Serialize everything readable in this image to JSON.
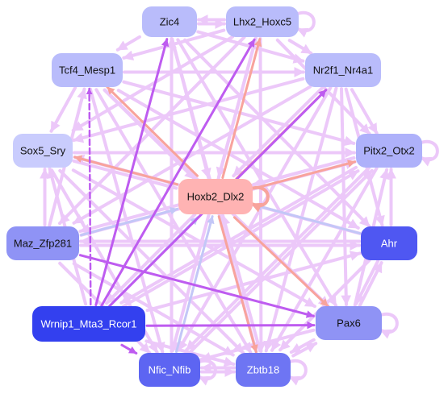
{
  "graph": {
    "nodes": [
      {
        "id": "Zic4",
        "label": "Zic4",
        "fill": "#b9bcfb",
        "text": "#111111"
      },
      {
        "id": "Lhx2_Hoxc5",
        "label": "Lhx2_Hoxc5",
        "fill": "#b9bcfb",
        "text": "#111111"
      },
      {
        "id": "Tcf4_Mesp1",
        "label": "Tcf4_Mesp1",
        "fill": "#b9bcfb",
        "text": "#111111"
      },
      {
        "id": "Nr2f1_Nr4a1",
        "label": "Nr2f1_Nr4a1",
        "fill": "#b9bcfb",
        "text": "#111111"
      },
      {
        "id": "Sox5_Sry",
        "label": "Sox5_Sry",
        "fill": "#c9ccfd",
        "text": "#111111"
      },
      {
        "id": "Pitx2_Otx2",
        "label": "Pitx2_Otx2",
        "fill": "#aeb1fa",
        "text": "#111111"
      },
      {
        "id": "Hoxb2_Dlx2",
        "label": "Hoxb2_Dlx2",
        "fill": "#ffb3b3",
        "text": "#111111"
      },
      {
        "id": "Maz_Zfp281",
        "label": "Maz_Zfp281",
        "fill": "#8f93f5",
        "text": "#111111"
      },
      {
        "id": "Ahr",
        "label": "Ahr",
        "fill": "#4f57f2",
        "text": "#ffffff"
      },
      {
        "id": "Wrnip1_Mta3_Rcor1",
        "label": "Wrnip1_Mta3_Rcor1",
        "fill": "#3340ef",
        "text": "#ffffff"
      },
      {
        "id": "Pax6",
        "label": "Pax6",
        "fill": "#8f93f5",
        "text": "#111111"
      },
      {
        "id": "Nfic_Nfib",
        "label": "Nfic_Nfib",
        "fill": "#5d65f2",
        "text": "#ffffff"
      },
      {
        "id": "Zbtb18",
        "label": "Zbtb18",
        "fill": "#6e75f3",
        "text": "#ffffff"
      }
    ],
    "edge_colors": {
      "light": "#ecc8f9",
      "purple": "#be5cf0",
      "salmon": "#f8a39c",
      "blue": "#c3c7f7"
    },
    "edges": [
      {
        "from": "Zic4",
        "to": "Lhx2_Hoxc5",
        "color": "light",
        "w": 4
      },
      {
        "from": "Lhx2_Hoxc5",
        "to": "Zic4",
        "color": "light",
        "w": 4
      },
      {
        "from": "Zic4",
        "to": "Tcf4_Mesp1",
        "color": "light",
        "w": 4
      },
      {
        "from": "Zic4",
        "to": "Nr2f1_Nr4a1",
        "color": "light",
        "w": 4
      },
      {
        "from": "Zic4",
        "to": "Hoxb2_Dlx2",
        "color": "light",
        "w": 4
      },
      {
        "from": "Zic4",
        "to": "Pax6",
        "color": "light",
        "w": 4
      },
      {
        "from": "Zic4",
        "to": "Zbtb18",
        "color": "light",
        "w": 4
      },
      {
        "from": "Zic4",
        "to": "Ahr",
        "color": "light",
        "w": 4
      },
      {
        "from": "Lhx2_Hoxc5",
        "to": "Nr2f1_Nr4a1",
        "color": "light",
        "w": 4
      },
      {
        "from": "Lhx2_Hoxc5",
        "to": "Tcf4_Mesp1",
        "color": "light",
        "w": 4
      },
      {
        "from": "Lhx2_Hoxc5",
        "to": "Hoxb2_Dlx2",
        "color": "light",
        "w": 4
      },
      {
        "from": "Lhx2_Hoxc5",
        "to": "Maz_Zfp281",
        "color": "light",
        "w": 4
      },
      {
        "from": "Lhx2_Hoxc5",
        "to": "Sox5_Sry",
        "color": "light",
        "w": 4
      },
      {
        "from": "Lhx2_Hoxc5",
        "to": "Pitx2_Otx2",
        "color": "light",
        "w": 4
      },
      {
        "from": "Lhx2_Hoxc5",
        "to": "Zbtb18",
        "color": "light",
        "w": 4
      },
      {
        "from": "Lhx2_Hoxc5",
        "to": "Nfic_Nfib",
        "color": "light",
        "w": 4
      },
      {
        "from": "Tcf4_Mesp1",
        "to": "Sox5_Sry",
        "color": "light",
        "w": 4
      },
      {
        "from": "Tcf4_Mesp1",
        "to": "Nr2f1_Nr4a1",
        "color": "light",
        "w": 4
      },
      {
        "from": "Tcf4_Mesp1",
        "to": "Pitx2_Otx2",
        "color": "light",
        "w": 4
      },
      {
        "from": "Tcf4_Mesp1",
        "to": "Pax6",
        "color": "light",
        "w": 4
      },
      {
        "from": "Tcf4_Mesp1",
        "to": "Zbtb18",
        "color": "light",
        "w": 4
      },
      {
        "from": "Tcf4_Mesp1",
        "to": "Ahr",
        "color": "light",
        "w": 4
      },
      {
        "from": "Tcf4_Mesp1",
        "to": "Nfic_Nfib",
        "color": "light",
        "w": 4
      },
      {
        "from": "Nr2f1_Nr4a1",
        "to": "Pitx2_Otx2",
        "color": "light",
        "w": 4
      },
      {
        "from": "Nr2f1_Nr4a1",
        "to": "Sox5_Sry",
        "color": "light",
        "w": 4
      },
      {
        "from": "Nr2f1_Nr4a1",
        "to": "Maz_Zfp281",
        "color": "light",
        "w": 4
      },
      {
        "from": "Nr2f1_Nr4a1",
        "to": "Pax6",
        "color": "light",
        "w": 4
      },
      {
        "from": "Nr2f1_Nr4a1",
        "to": "Nfic_Nfib",
        "color": "light",
        "w": 4
      },
      {
        "from": "Nr2f1_Nr4a1",
        "to": "Zbtb18",
        "color": "light",
        "w": 4
      },
      {
        "from": "Nr2f1_Nr4a1",
        "to": "Ahr",
        "color": "light",
        "w": 4
      },
      {
        "from": "Sox5_Sry",
        "to": "Pitx2_Otx2",
        "color": "light",
        "w": 4
      },
      {
        "from": "Sox5_Sry",
        "to": "Pax6",
        "color": "light",
        "w": 4
      },
      {
        "from": "Sox5_Sry",
        "to": "Zbtb18",
        "color": "light",
        "w": 4
      },
      {
        "from": "Sox5_Sry",
        "to": "Nfic_Nfib",
        "color": "light",
        "w": 4
      },
      {
        "from": "Pitx2_Otx2",
        "to": "Maz_Zfp281",
        "color": "light",
        "w": 4
      },
      {
        "from": "Pitx2_Otx2",
        "to": "Wrnip1_Mta3_Rcor1",
        "color": "light",
        "w": 4
      },
      {
        "from": "Pitx2_Otx2",
        "to": "Zbtb18",
        "color": "light",
        "w": 4
      },
      {
        "from": "Pitx2_Otx2",
        "to": "Nfic_Nfib",
        "color": "light",
        "w": 4
      },
      {
        "from": "Maz_Zfp281",
        "to": "Sox5_Sry",
        "color": "light",
        "w": 4
      },
      {
        "from": "Maz_Zfp281",
        "to": "Pitx2_Otx2",
        "color": "light",
        "w": 4
      },
      {
        "from": "Maz_Zfp281",
        "to": "Ahr",
        "color": "light",
        "w": 4
      },
      {
        "from": "Maz_Zfp281",
        "to": "Zbtb18",
        "color": "light",
        "w": 4
      },
      {
        "from": "Maz_Zfp281",
        "to": "Nfic_Nfib",
        "color": "light",
        "w": 4
      },
      {
        "from": "Maz_Zfp281",
        "to": "Tcf4_Mesp1",
        "color": "light",
        "w": 4
      },
      {
        "from": "Ahr",
        "to": "Pitx2_Otx2",
        "color": "light",
        "w": 4
      },
      {
        "from": "Ahr",
        "to": "Maz_Zfp281",
        "color": "light",
        "w": 4
      },
      {
        "from": "Ahr",
        "to": "Sox5_Sry",
        "color": "light",
        "w": 4
      },
      {
        "from": "Ahr",
        "to": "Zbtb18",
        "color": "light",
        "w": 4
      },
      {
        "from": "Ahr",
        "to": "Pax6",
        "color": "light",
        "w": 4
      },
      {
        "from": "Ahr",
        "to": "Hoxb2_Dlx2",
        "color": "blue",
        "w": 3
      },
      {
        "from": "Wrnip1_Mta3_Rcor1",
        "to": "Pitx2_Otx2",
        "color": "light",
        "w": 4
      },
      {
        "from": "Wrnip1_Mta3_Rcor1",
        "to": "Ahr",
        "color": "light",
        "w": 4
      },
      {
        "from": "Wrnip1_Mta3_Rcor1",
        "to": "Sox5_Sry",
        "color": "light",
        "w": 4
      },
      {
        "from": "Wrnip1_Mta3_Rcor1",
        "to": "Pax6",
        "color": "purple",
        "w": 3
      },
      {
        "from": "Wrnip1_Mta3_Rcor1",
        "to": "Zic4",
        "color": "purple",
        "w": 3
      },
      {
        "from": "Wrnip1_Mta3_Rcor1",
        "to": "Lhx2_Hoxc5",
        "color": "purple",
        "w": 3
      },
      {
        "from": "Wrnip1_Mta3_Rcor1",
        "to": "Nr2f1_Nr4a1",
        "color": "purple",
        "w": 3
      },
      {
        "from": "Wrnip1_Mta3_Rcor1",
        "to": "Tcf4_Mesp1",
        "color": "purple",
        "w": 2.5,
        "dash": true
      },
      {
        "from": "Wrnip1_Mta3_Rcor1",
        "to": "Nfic_Nfib",
        "color": "purple",
        "w": 3
      },
      {
        "from": "Wrnip1_Mta3_Rcor1",
        "to": "Hoxb2_Dlx2",
        "color": "blue",
        "w": 3
      },
      {
        "from": "Wrnip1_Mta3_Rcor1",
        "to": "Zbtb18",
        "color": "light",
        "w": 4
      },
      {
        "from": "Maz_Zfp281",
        "to": "Pax6",
        "color": "purple",
        "w": 3
      },
      {
        "from": "Maz_Zfp281",
        "to": "Hoxb2_Dlx2",
        "color": "blue",
        "w": 3
      },
      {
        "from": "Pax6",
        "to": "Zbtb18",
        "color": "light",
        "w": 4
      },
      {
        "from": "Pax6",
        "to": "Nfic_Nfib",
        "color": "light",
        "w": 4
      },
      {
        "from": "Pax6",
        "to": "Pitx2_Otx2",
        "color": "light",
        "w": 4
      },
      {
        "from": "Pax6",
        "to": "Ahr",
        "color": "light",
        "w": 4
      },
      {
        "from": "Zbtb18",
        "to": "Nfic_Nfib",
        "color": "light",
        "w": 4
      },
      {
        "from": "Zbtb18",
        "to": "Pax6",
        "color": "light",
        "w": 4
      },
      {
        "from": "Nfic_Nfib",
        "to": "Zbtb18",
        "color": "light",
        "w": 4
      },
      {
        "from": "Nfic_Nfib",
        "to": "Zic4",
        "color": "light",
        "w": 4
      },
      {
        "from": "Nfic_Nfib",
        "to": "Pitx2_Otx2",
        "color": "light",
        "w": 4
      },
      {
        "from": "Hoxb2_Dlx2",
        "to": "Tcf4_Mesp1",
        "color": "salmon",
        "w": 3
      },
      {
        "from": "Hoxb2_Dlx2",
        "to": "Sox5_Sry",
        "color": "salmon",
        "w": 3
      },
      {
        "from": "Hoxb2_Dlx2",
        "to": "Lhx2_Hoxc5",
        "color": "salmon",
        "w": 3
      },
      {
        "from": "Hoxb2_Dlx2",
        "to": "Nr2f1_Nr4a1",
        "color": "salmon",
        "w": 3
      },
      {
        "from": "Hoxb2_Dlx2",
        "to": "Pitx2_Otx2",
        "color": "salmon",
        "w": 3
      },
      {
        "from": "Hoxb2_Dlx2",
        "to": "Pax6",
        "color": "salmon",
        "w": 3
      },
      {
        "from": "Hoxb2_Dlx2",
        "to": "Zbtb18",
        "color": "salmon",
        "w": 3
      },
      {
        "from": "Hoxb2_Dlx2",
        "to": "Wrnip1_Mta3_Rcor1",
        "color": "light",
        "w": 4
      },
      {
        "from": "Nr2f1_Nr4a1",
        "to": "Hoxb2_Dlx2",
        "color": "light",
        "w": 4
      },
      {
        "from": "Pitx2_Otx2",
        "to": "Hoxb2_Dlx2",
        "color": "light",
        "w": 4
      },
      {
        "from": "Sox5_Sry",
        "to": "Hoxb2_Dlx2",
        "color": "light",
        "w": 4
      },
      {
        "from": "Tcf4_Mesp1",
        "to": "Hoxb2_Dlx2",
        "color": "light",
        "w": 4
      },
      {
        "from": "Zbtb18",
        "to": "Hoxb2_Dlx2",
        "color": "light",
        "w": 4
      },
      {
        "from": "Nfic_Nfib",
        "to": "Hoxb2_Dlx2",
        "color": "blue",
        "w": 3
      }
    ],
    "self_loops": [
      {
        "node": "Lhx2_Hoxc5",
        "color": "light"
      },
      {
        "node": "Pitx2_Otx2",
        "color": "light"
      },
      {
        "node": "Pax6",
        "color": "light"
      },
      {
        "node": "Nfic_Nfib",
        "color": "light"
      },
      {
        "node": "Zbtb18",
        "color": "light"
      },
      {
        "node": "Hoxb2_Dlx2",
        "color": "salmon"
      }
    ]
  }
}
